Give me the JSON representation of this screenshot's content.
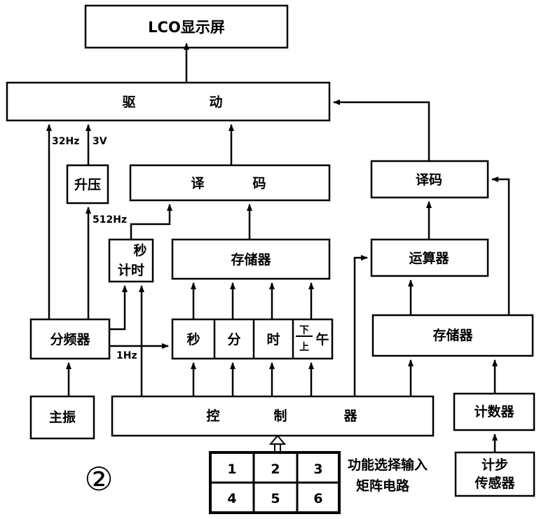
{
  "diagram": {
    "lcd_display": "LCO显示屏",
    "driver_left": "驱",
    "driver_right": "动",
    "freq_32hz": "32Hz",
    "volt_3v": "3V",
    "booster": "升压",
    "decoder_left_a": "译",
    "decoder_left_b": "码",
    "decoder_right": "译码",
    "freq_512hz": "512Hz",
    "second_timer_top": "秒",
    "second_timer_bottom": "计时",
    "memory_center": "存储器",
    "arithmetic_unit": "运算器",
    "divider": "分频器",
    "freq_1hz": "1Hz",
    "cell_second": "秒",
    "cell_minute": "分",
    "cell_hour": "时",
    "ampm_top": "下",
    "ampm_bottom": "上",
    "ampm_side": "午",
    "memory_right": "存储器",
    "main_oscillator": "主振",
    "controller_a": "控",
    "controller_b": "制",
    "controller_c": "器",
    "counter": "计数器",
    "step_sensor_top": "计步",
    "step_sensor_bottom": "传感器",
    "keypad_keys": [
      "1",
      "2",
      "3",
      "4",
      "5",
      "6"
    ],
    "keypad_caption_1": "功能选择输入",
    "keypad_caption_2": "矩阵电路",
    "figure_number": "②"
  }
}
